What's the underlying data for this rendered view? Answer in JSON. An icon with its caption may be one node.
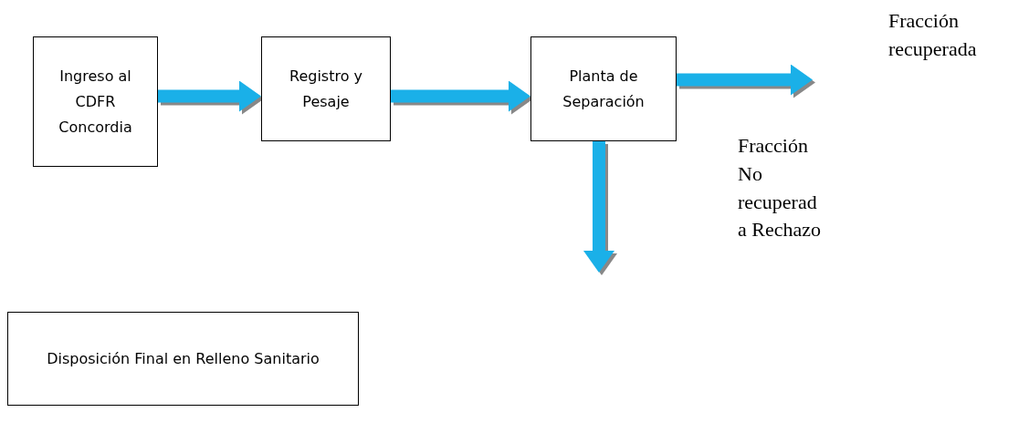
{
  "diagram": {
    "nodes": [
      {
        "text": [
          "Ingreso al CDFR Concordia"
        ]
      },
      {
        "text": [
          "Registro y Pesaje"
        ]
      },
      {
        "text": [
          "Planta de Separación"
        ]
      },
      {
        "text": [
          "Disposición Final en Relleno Sanitario"
        ]
      }
    ],
    "edges": [
      {
        "from": 0,
        "to": 1,
        "arrow": "to"
      },
      {
        "from": 1,
        "to": 2,
        "arrow": "to"
      },
      {
        "from": 2,
        "to": null,
        "arrow": "to"
      },
      {
        "from": 2,
        "to": null,
        "arrow": "to"
      }
    ],
    "labels": [
      "Fracción recuperada",
      "Fracción No recuperad a Rechazo"
    ]
  }
}
